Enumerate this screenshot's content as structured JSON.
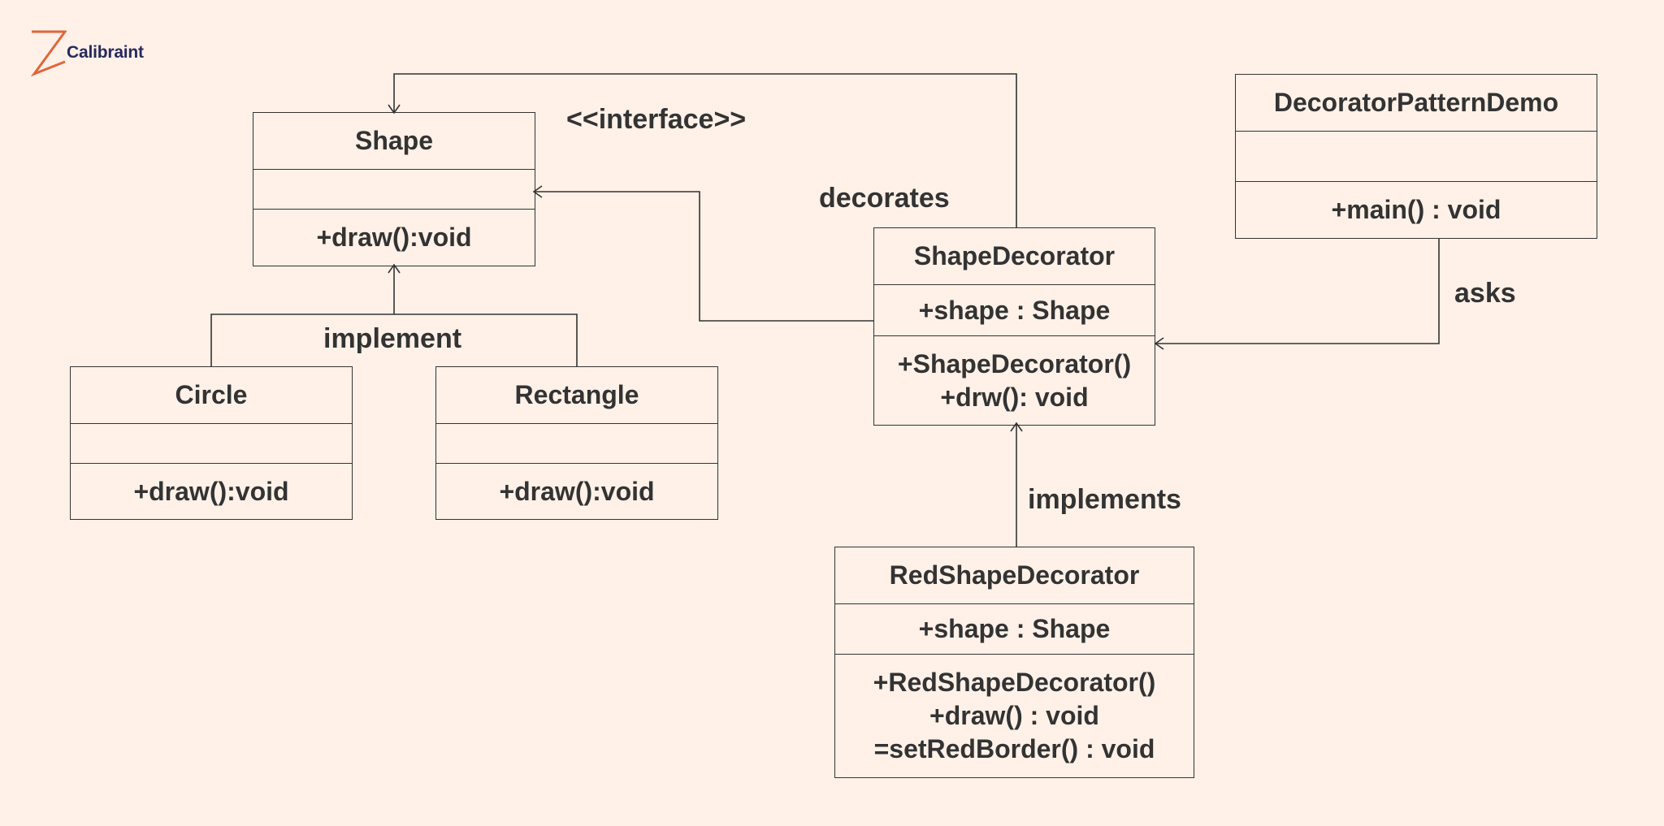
{
  "brand": {
    "name": "Calibraint",
    "logo_color": "#e0653a",
    "text_color": "#262a5c"
  },
  "labels": {
    "interface": "<<interface>>",
    "decorates": "decorates",
    "implement": "implement",
    "implements": "implements",
    "asks": "asks"
  },
  "classes": {
    "shape": {
      "name": "Shape",
      "attribute": "",
      "methods": [
        "+draw():void"
      ]
    },
    "circle": {
      "name": "Circle",
      "attribute": "",
      "methods": [
        "+draw():void"
      ]
    },
    "rectangle": {
      "name": "Rectangle",
      "attribute": "",
      "methods": [
        "+draw():void"
      ]
    },
    "shape_decorator": {
      "name": "ShapeDecorator",
      "attribute": "+shape : Shape",
      "methods": [
        "+ShapeDecorator()",
        "+drw(): void"
      ]
    },
    "demo": {
      "name": "DecoratorPatternDemo",
      "attribute": "",
      "methods": [
        "+main() : void"
      ]
    },
    "red_shape_decorator": {
      "name": "RedShapeDecorator",
      "attribute": "+shape : Shape",
      "methods": [
        "+RedShapeDecorator()",
        "+draw() : void",
        "=setRedBorder() : void"
      ]
    }
  },
  "colors": {
    "background": "#fff1e8",
    "line": "#333333"
  }
}
